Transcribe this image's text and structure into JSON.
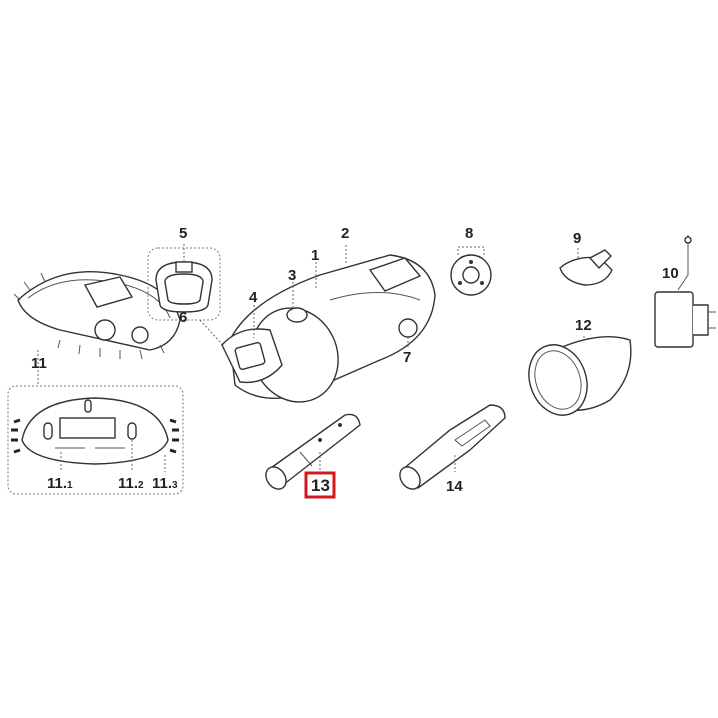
{
  "title": "Exploded parts diagram",
  "highlight_color": "#d0191f",
  "highlighted_part": "13",
  "labels": {
    "p1": "1",
    "p2": "2",
    "p3": "3",
    "p4": "4",
    "p5": "5",
    "p6": "6",
    "p7": "7",
    "p8": "8",
    "p9": "9",
    "p10": "10",
    "p11": "11",
    "p12": "12",
    "p13": "13",
    "p14": "14",
    "p11_1_main": "11.",
    "p11_1_sub": "1",
    "p11_2_main": "11.",
    "p11_2_sub": "2",
    "p11_3_main": "11.",
    "p11_3_sub": "3"
  }
}
